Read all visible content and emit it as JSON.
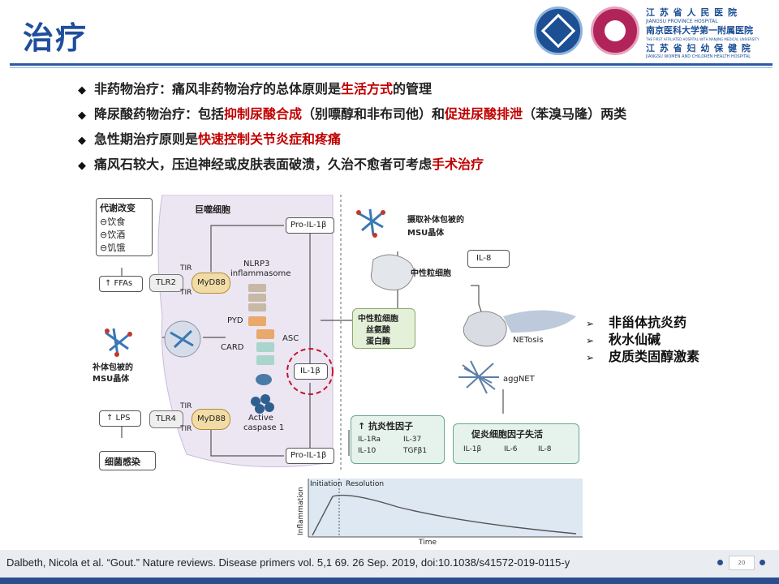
{
  "slide": {
    "title": "治疗",
    "hospital": {
      "line1": "江 苏 省 人 民 医 院",
      "line2": "JIANGSU PROVINCE HOSPITAL",
      "line3": "南京医科大学第一附属医院",
      "line4": "THE FIRST AFFILIATED HOSPITAL WITH NANJING MEDICAL UNIVERSITY",
      "line5": "江 苏 省 妇 幼 保 健 院",
      "line6": "JIANGSU WOMEN AND CHILDREN HEALTH HOSPITAL"
    },
    "bullets": [
      {
        "pre": "非药物治疗：痛风非药物治疗的总体原则是",
        "red": "生活方式",
        "post": "的管理",
        "red2": "",
        "post2": "",
        "red3": "",
        "post3": ""
      },
      {
        "pre": "降尿酸药物治疗：包括",
        "red": "抑制尿酸合成",
        "post": "（别嘌醇和非布司他）和",
        "red2": "促进尿酸排泄",
        "post2": "（苯溴马隆）两类",
        "red3": "",
        "post3": ""
      },
      {
        "pre": "急性期治疗原则是",
        "red": "快速控制关节炎症和疼痛",
        "post": "",
        "red2": "",
        "post2": "",
        "red3": "",
        "post3": ""
      },
      {
        "pre": "痛风石较大，压迫神经或皮肤表面破溃，久治不愈者可考虑",
        "red": "手术治疗",
        "post": "",
        "red2": "",
        "post2": "",
        "red3": "",
        "post3": ""
      }
    ],
    "bullet_symbol": "◆",
    "figure": {
      "metabolic_title": "代谢改变",
      "metabolic_items": [
        "⊖饮食",
        "⊖饮酒",
        "⊖饥饿"
      ],
      "ffas": "↑ FFAs",
      "tlr2": "TLR2",
      "tlr4": "TLR4",
      "tir": "TIR",
      "myd88": "MyD88",
      "macrophage": "巨噬细胞",
      "nlrp3": "NLRP3",
      "inflammasome": "inflammasome",
      "pyd": "PYD",
      "card": "CARD",
      "asc": "ASC",
      "active": "Active",
      "caspase": "caspase 1",
      "pro_il1b": "Pro-IL-1β",
      "il1b": "IL-1β",
      "msu_left_1": "补体包被的",
      "msu_left_2": "MSU晶体",
      "lps": "↑ LPS",
      "bacterial": "细菌感染",
      "msu_top_1": "摄取补体包被的",
      "msu_top_2": "MSU晶体",
      "il8": "IL-8",
      "neutrophil": "中性粒细胞",
      "serine": [
        "中性粒细胞",
        "丝氨酸",
        "蛋白酶"
      ],
      "netosis": "NETosis",
      "aggnet": "aggNET",
      "anti_title": "↑ 抗炎性因子",
      "anti_items": [
        "IL-1Ra",
        "IL-37",
        "IL-10",
        "TGFβ1"
      ],
      "pro_title": "促炎细胞因子失活",
      "pro_items": [
        "IL-1β",
        "IL-6",
        "IL-8"
      ],
      "ylabel": "Inflammation",
      "xlabel": "Time",
      "initiation": "Initiation",
      "resolution": "Resolution"
    },
    "drugs": [
      "非甾体抗炎药",
      "秋水仙碱",
      "皮质类固醇激素"
    ],
    "drug_symbol": "➢",
    "citation": "Dalbeth, Nicola et al. “Gout.” Nature reviews. Disease primers vol. 5,1 69. 26 Sep. 2019, doi:10.1038/s41572-019-0115-y",
    "page_number": "20"
  },
  "colors": {
    "title_blue": "#1f4e9c",
    "emphasis_red": "#c00000",
    "footer_blue": "#2a4f8f"
  }
}
